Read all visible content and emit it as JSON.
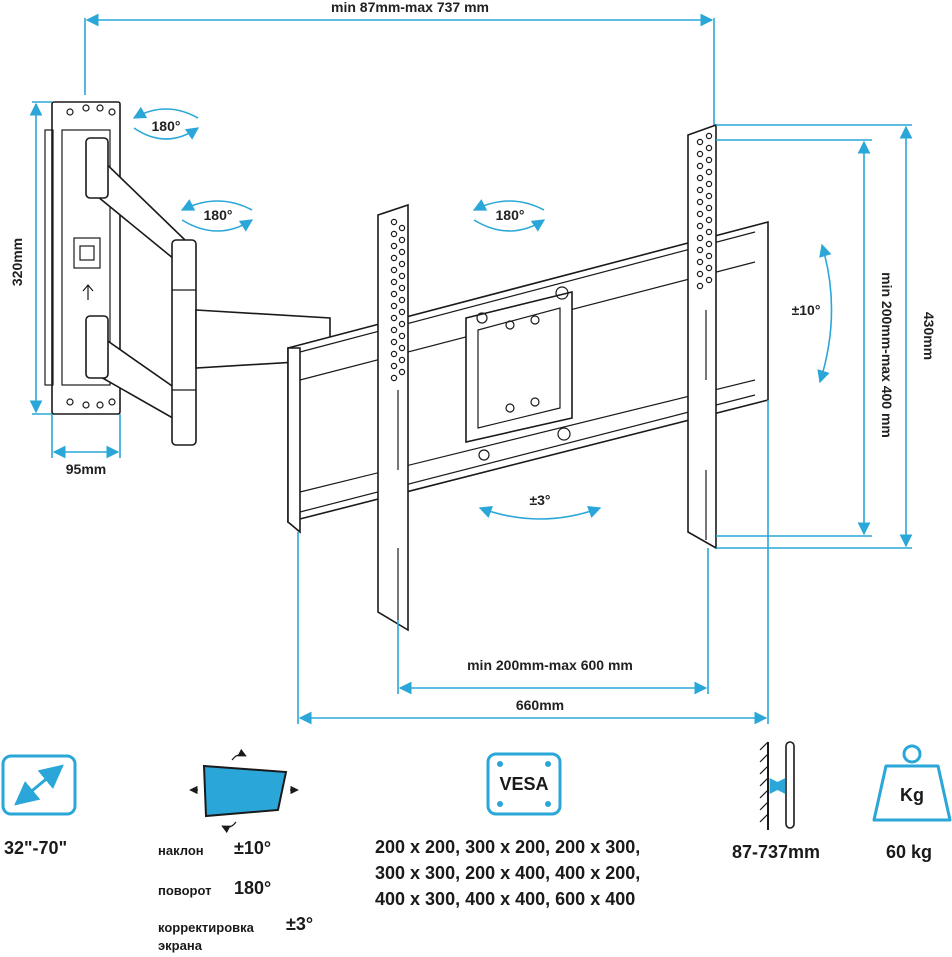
{
  "dimensions": {
    "depth_range": "min 87mm-max 737 mm",
    "wall_plate_height": "320mm",
    "wall_plate_width": "95mm",
    "horizontal_vesa": "min 200mm-max 600 mm",
    "bracket_width": "660mm",
    "vertical_vesa": "min 200mm-max 400 mm",
    "bracket_height": "430mm"
  },
  "rotations": {
    "swivel_top": "180°",
    "swivel_mid": "180°",
    "swivel_screen": "180°",
    "tilt": "±10°",
    "level": "±3°"
  },
  "specs": {
    "screen_size": "32\"-70\"",
    "tilt_label": "наклон",
    "tilt_value": "±10°",
    "swivel_label": "поворот",
    "swivel_value": "180°",
    "level_label_line1": "корректировка",
    "level_label_line2": "экрана",
    "level_value": "±3°",
    "vesa_badge": "VESA",
    "vesa_list": "200 x 200, 300 x 200, 200 x 300,\n300 x 300, 200 x 400, 400 x 200,\n400 x 300, 400 x 400, 600 x 400",
    "wall_distance": "87-737mm",
    "weight_badge": "Kg",
    "max_load": "60 kg"
  },
  "colors": {
    "accent": "#2aa7d8",
    "ink": "#1a1a1a"
  }
}
